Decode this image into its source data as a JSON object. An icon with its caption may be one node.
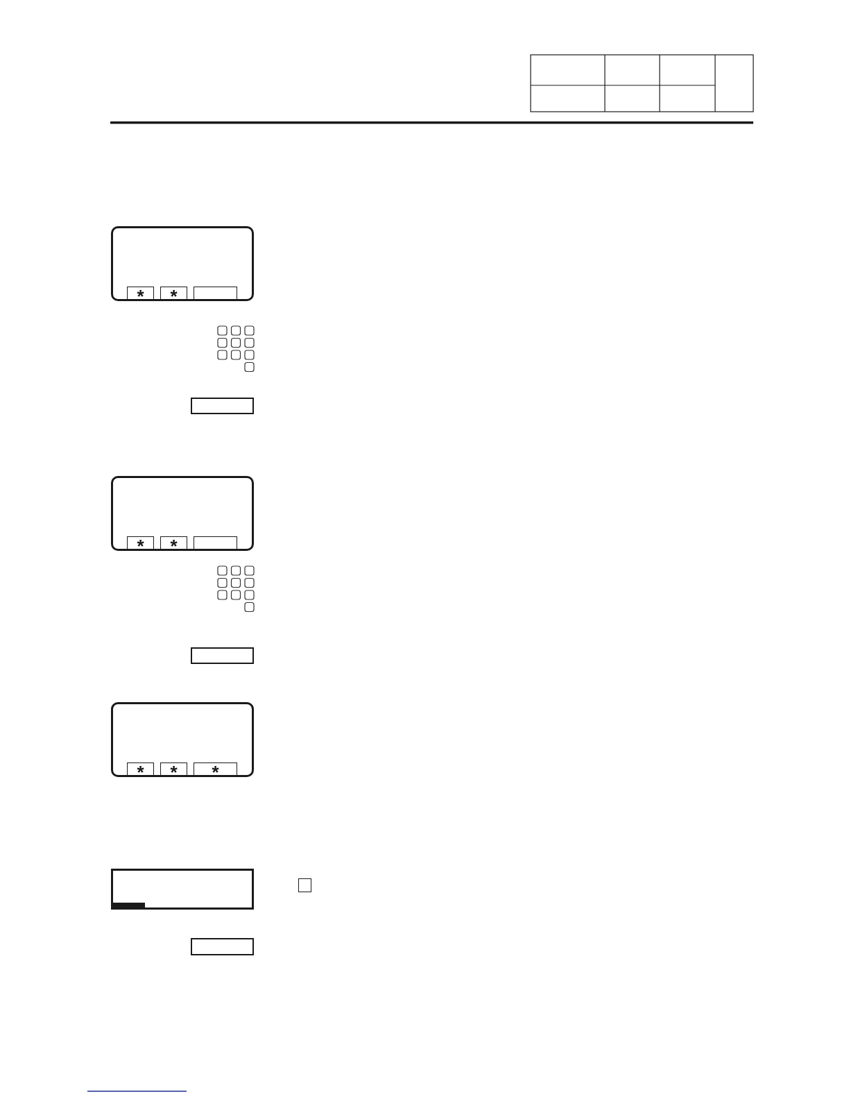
{
  "diagram": {
    "nodes": [
      {
        "text": [],
        "shape": "box"
      },
      {
        "text": [
          "*"
        ],
        "in": 0
      },
      {
        "text": [
          "*"
        ],
        "in": 0
      },
      {
        "text": [],
        "shape": "box",
        "in": 0
      },
      {
        "text": [],
        "shape": "box"
      },
      {
        "text": [],
        "shape": "box"
      },
      {
        "text": [
          "*"
        ],
        "in": 5
      },
      {
        "text": [
          "*"
        ],
        "in": 5
      },
      {
        "text": [],
        "shape": "box",
        "in": 5
      },
      {
        "text": [],
        "shape": "box"
      },
      {
        "text": [],
        "shape": "box"
      },
      {
        "text": [
          "*"
        ],
        "in": 10
      },
      {
        "text": [
          "*"
        ],
        "in": 10
      },
      {
        "text": [
          "*"
        ],
        "in": 10
      },
      {
        "text": [],
        "shape": "box"
      },
      {
        "text": [],
        "shape": "box"
      },
      {
        "text": [],
        "shape": "box"
      }
    ]
  }
}
